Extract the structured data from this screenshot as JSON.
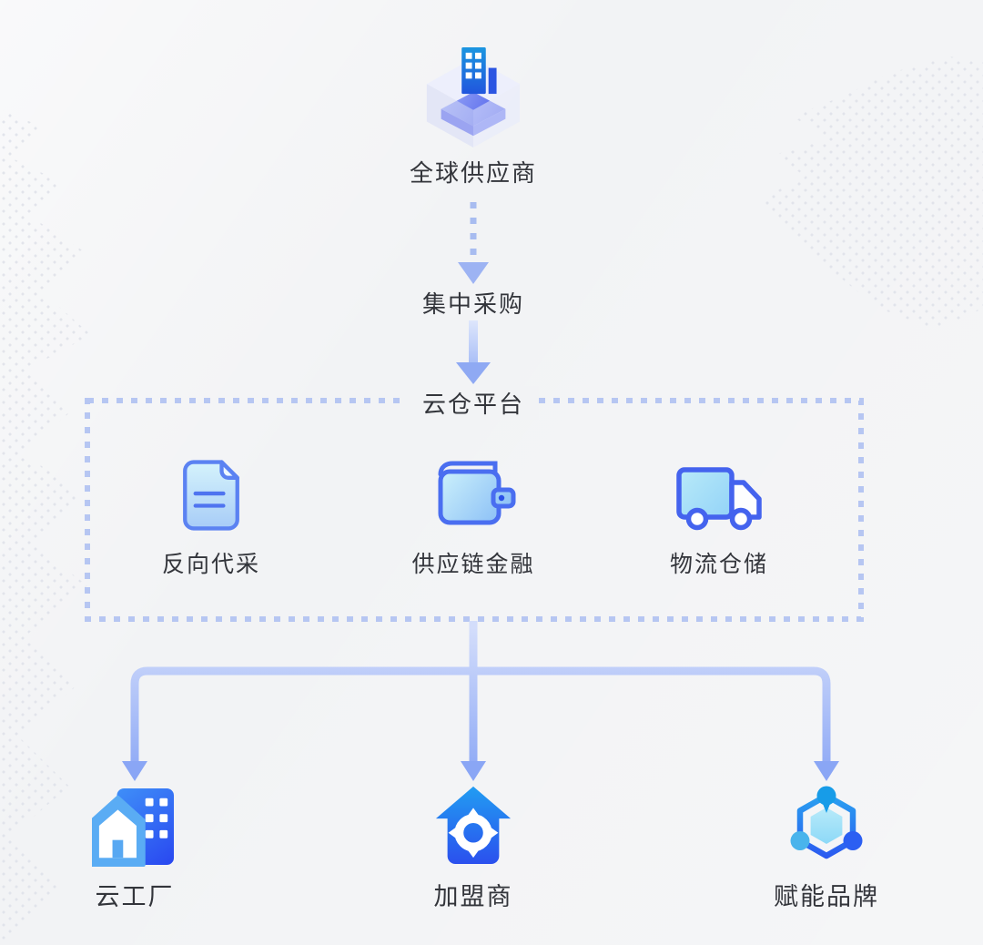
{
  "diagram": {
    "top_node": {
      "label": "全球供应商",
      "icon": "cube-building-icon"
    },
    "step_label": "集中采购",
    "platform": {
      "title": "云仓平台",
      "items": [
        {
          "label": "反向代采",
          "icon": "document-icon"
        },
        {
          "label": "供应链金融",
          "icon": "wallet-icon"
        },
        {
          "label": "物流仓储",
          "icon": "truck-icon"
        }
      ]
    },
    "outputs": [
      {
        "label": "云工厂",
        "icon": "factory-building-icon"
      },
      {
        "label": "加盟商",
        "icon": "franchise-house-icon"
      },
      {
        "label": "赋能品牌",
        "icon": "brand-network-icon"
      }
    ],
    "colors": {
      "background": "#f2f3f5",
      "dashed_border": "#b6c6f2",
      "dashed_line": "#a8bcf0",
      "arrow_light": "#d3ddfb",
      "arrow_deep": "#8aa6f5",
      "icon_stroke": "#4a6ef0",
      "icon_fill_cyan": "#c6eefb",
      "node_blue": "#2b55ee",
      "text": "#33353b",
      "map_dots": "#dee1e9"
    }
  }
}
